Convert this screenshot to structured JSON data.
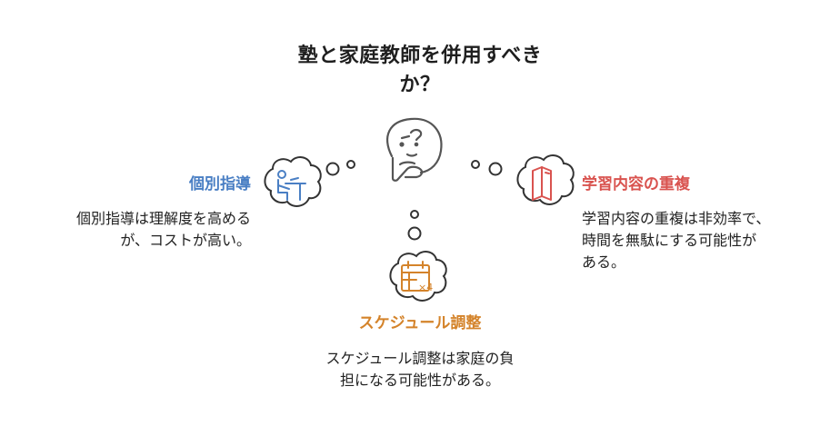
{
  "title": {
    "line1": "塾と家庭教師を併用すべき",
    "line2": "か？"
  },
  "left": {
    "heading": "個別指導",
    "desc_line1": "個別指導は理解度を高める",
    "desc_line2": "が、コストが高い。",
    "color": "#4a7fc4",
    "icon": "student-desk-icon"
  },
  "right": {
    "heading": "学習内容の重複",
    "desc_line1": "学習内容の重複は非効率で、",
    "desc_line2": "時間を無駄にする可能性が",
    "desc_line3": "ある。",
    "color": "#d9534f",
    "icon": "book-icon"
  },
  "bottom": {
    "heading": "スケジュール調整",
    "desc_line1": "スケジュール調整は家庭の負",
    "desc_line2": "担になる可能性がある。",
    "color": "#d4832a",
    "icon": "calendar-icon",
    "icon_label": "×4"
  },
  "center": {
    "icon": "thinking-face-icon"
  }
}
